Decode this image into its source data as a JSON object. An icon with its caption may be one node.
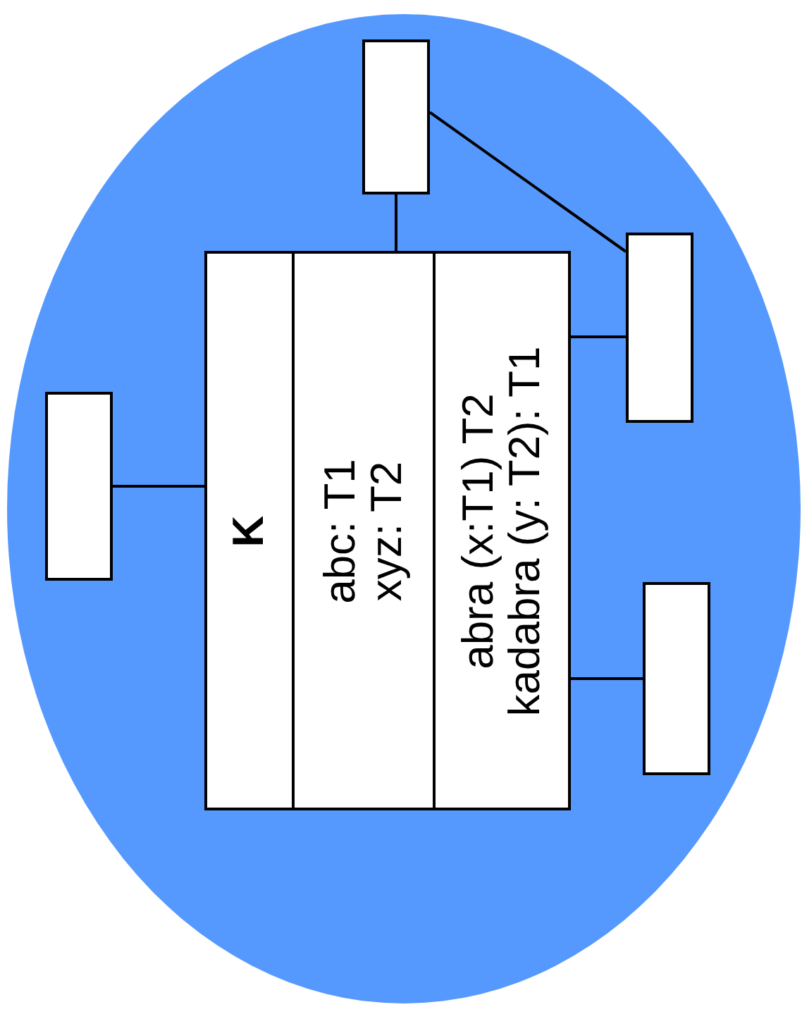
{
  "diagram": {
    "nodes": [
      {
        "text": [],
        "shape": "ellipse"
      },
      {
        "text": [
          "K",
          "abc: T1",
          "xyz: T2",
          "abra (x:T1) T2",
          "kadabra (y: T2): T1"
        ],
        "in": 0
      },
      {
        "text": [],
        "shape": "box",
        "in": 0
      },
      {
        "text": [],
        "shape": "box",
        "in": 0
      },
      {
        "text": [],
        "shape": "box",
        "in": 0
      },
      {
        "text": [],
        "shape": "box",
        "in": 0
      }
    ],
    "edges": [
      {
        "from": 2,
        "to": 1,
        "arrow": "none"
      },
      {
        "from": 3,
        "to": 1,
        "arrow": "none"
      },
      {
        "from": 3,
        "to": 4,
        "arrow": "none"
      },
      {
        "from": 4,
        "to": 1,
        "arrow": "none"
      },
      {
        "from": 5,
        "to": 1,
        "arrow": "none"
      }
    ]
  }
}
